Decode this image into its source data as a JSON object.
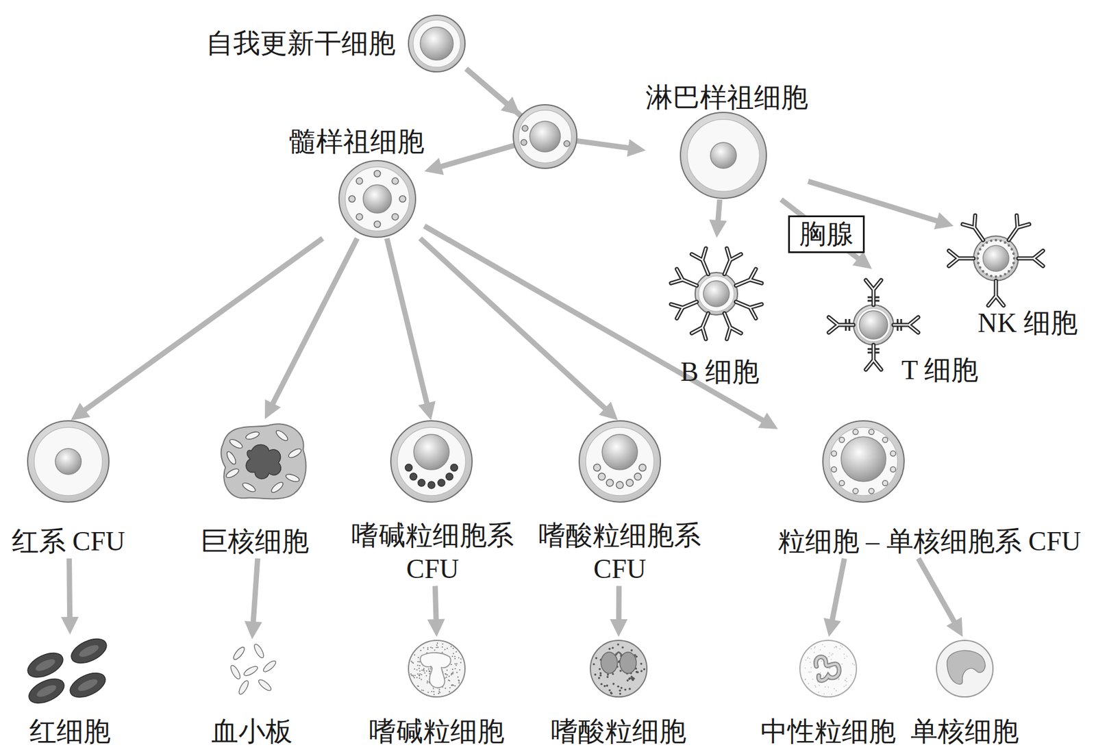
{
  "diagram": {
    "nodes": [
      {
        "text": [
          "自我更新干细胞"
        ]
      },
      {
        "text": [
          "髓样祖细胞"
        ]
      },
      {
        "text": [
          "淋巴样祖细胞"
        ]
      },
      {
        "text": [
          "B 细胞"
        ]
      },
      {
        "text": [
          "T 细胞"
        ]
      },
      {
        "text": [
          "NK 细胞"
        ]
      },
      {
        "text": [
          "红系 CFU"
        ]
      },
      {
        "text": [
          "巨核细胞"
        ]
      },
      {
        "text": [
          "嗜碱粒细胞系 CFU"
        ]
      },
      {
        "text": [
          "嗜酸粒细胞系 CFU"
        ]
      },
      {
        "text": [
          "粒细胞 – 单核细胞系 CFU"
        ]
      },
      {
        "text": [
          "红细胞"
        ]
      },
      {
        "text": [
          "血小板"
        ]
      },
      {
        "text": [
          "嗜碱粒细胞"
        ]
      },
      {
        "text": [
          "嗜酸粒细胞"
        ]
      },
      {
        "text": [
          "中性粒细胞"
        ]
      },
      {
        "text": [
          "单核细胞"
        ]
      }
    ],
    "edges": [
      {
        "from": 0,
        "to": 1,
        "arrow": "to"
      },
      {
        "from": 0,
        "to": 2,
        "arrow": "to"
      },
      {
        "from": 2,
        "to": 3,
        "arrow": "to"
      },
      {
        "from": 2,
        "to": 4,
        "label": "胸腺",
        "arrow": "to"
      },
      {
        "from": 2,
        "to": 5,
        "arrow": "to"
      },
      {
        "from": 1,
        "to": 6,
        "arrow": "to"
      },
      {
        "from": 1,
        "to": 7,
        "arrow": "to"
      },
      {
        "from": 1,
        "to": 8,
        "arrow": "to"
      },
      {
        "from": 1,
        "to": 9,
        "arrow": "to"
      },
      {
        "from": 1,
        "to": 10,
        "arrow": "to"
      },
      {
        "from": 6,
        "to": 11,
        "arrow": "to"
      },
      {
        "from": 7,
        "to": 12,
        "arrow": "to"
      },
      {
        "from": 8,
        "to": 13,
        "arrow": "to"
      },
      {
        "from": 9,
        "to": 14,
        "arrow": "to"
      },
      {
        "from": 10,
        "to": 15,
        "arrow": "to"
      },
      {
        "from": 10,
        "to": 16,
        "arrow": "to"
      }
    ]
  }
}
